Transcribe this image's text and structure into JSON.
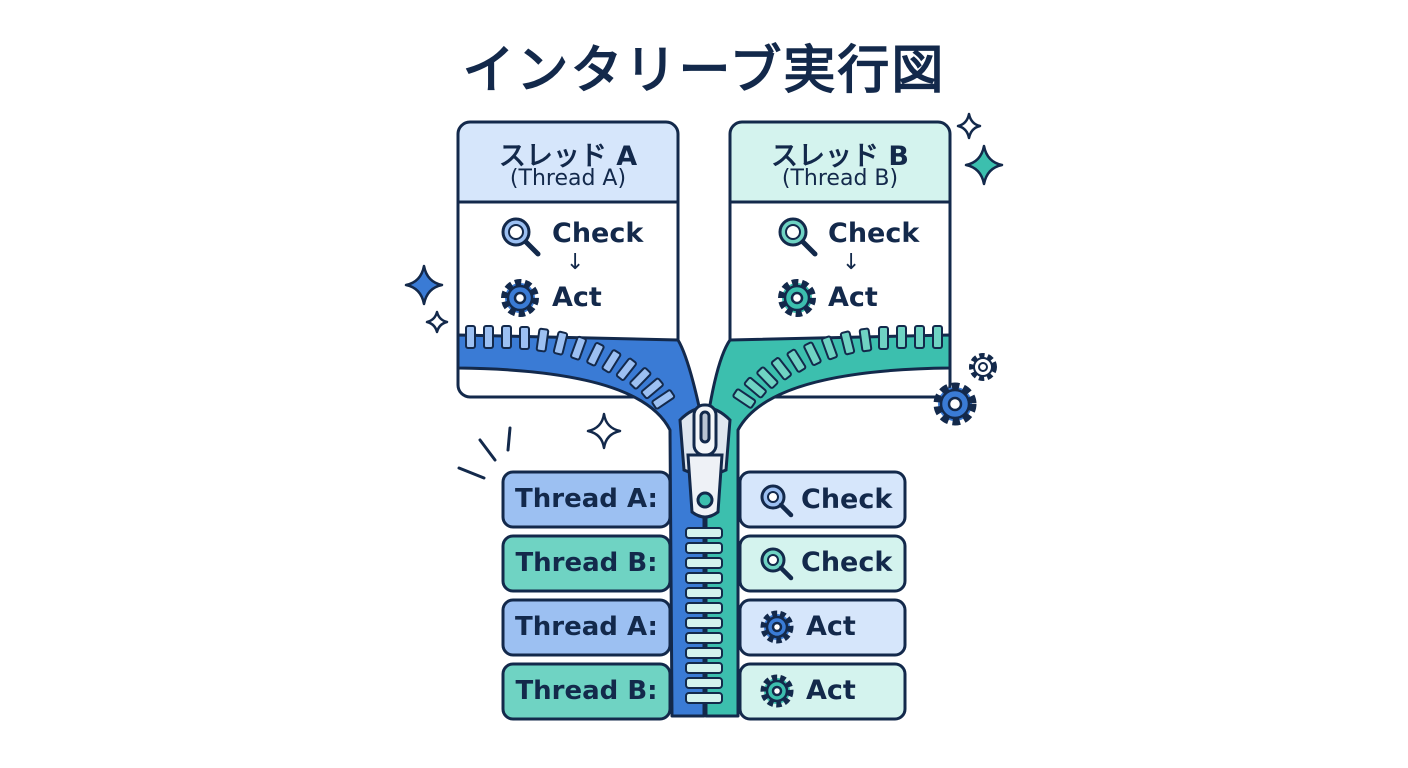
{
  "title": "インタリーブ実行図",
  "colors": {
    "threadA": "#3a7bd5",
    "threadA_light": "#d6e6fb",
    "threadA_row": "#9cc0f2",
    "threadB": "#3cbfae",
    "threadB_light": "#d4f3ee",
    "threadB_row": "#6fd3c3",
    "outline": "#13294b"
  },
  "threadA": {
    "name": "スレッド A",
    "subtitle": "(Thread A)",
    "steps": [
      {
        "icon": "magnifier-icon",
        "label": "Check"
      },
      {
        "icon": "gear-icon",
        "label": "Act"
      }
    ],
    "arrow": "↓"
  },
  "threadB": {
    "name": "スレッド B",
    "subtitle": "(Thread B)",
    "steps": [
      {
        "icon": "magnifier-icon",
        "label": "Check"
      },
      {
        "icon": "gear-icon",
        "label": "Act"
      }
    ],
    "arrow": "↓"
  },
  "sequence": [
    {
      "thread": "Thread A:",
      "action": "Check",
      "icon": "magnifier-icon"
    },
    {
      "thread": "Thread B:",
      "action": "Check",
      "icon": "magnifier-icon"
    },
    {
      "thread": "Thread A:",
      "action": "Act",
      "icon": "gear-icon"
    },
    {
      "thread": "Thread B:",
      "action": "Act",
      "icon": "gear-icon"
    }
  ]
}
